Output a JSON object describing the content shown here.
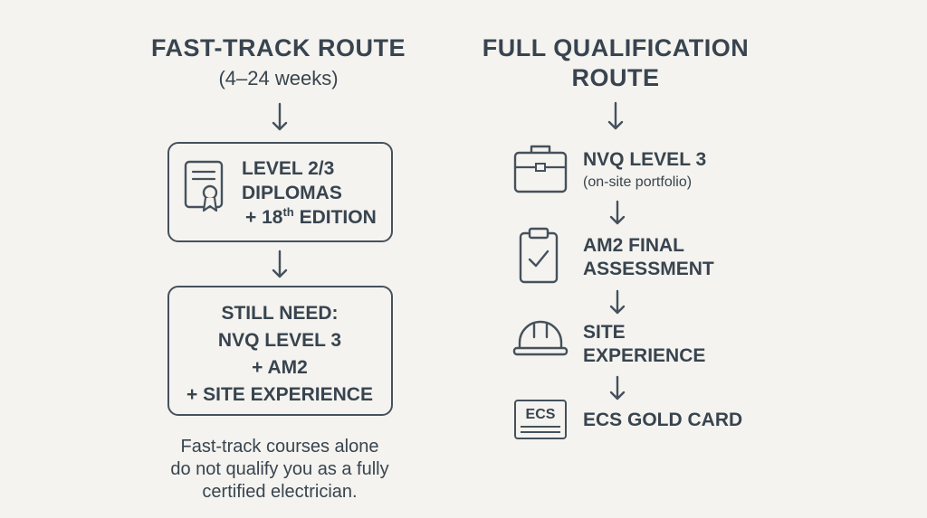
{
  "fast_track": {
    "title": "FAST-TRACK ROUTE",
    "duration": "(4–24 weeks)",
    "box1": {
      "line1": "LEVEL 2/3",
      "line2": "DIPLOMAS",
      "line3_prefix": "+ 18",
      "line3_sup": "th",
      "line3_suffix": " EDITION",
      "icon": "certificate-icon"
    },
    "box2": {
      "line1": "STILL NEED:",
      "line2": "NVQ LEVEL 3",
      "line3": "+ AM2",
      "line4": "+ SITE EXPERIENCE"
    },
    "note": {
      "line1": "Fast-track courses alone",
      "line2": "do not qualify you as a fully",
      "line3": "certified electrician."
    }
  },
  "full_route": {
    "title_line1": "FULL QUALIFICATION",
    "title_line2": "ROUTE",
    "steps": [
      {
        "label": "NVQ LEVEL 3",
        "sub": "(on-site portfolio)",
        "icon": "briefcase-icon"
      },
      {
        "label_line1": "AM2 FINAL",
        "label_line2": "ASSESSMENT",
        "icon": "clipboard-check-icon"
      },
      {
        "label_line1": "SITE",
        "label_line2": "EXPERIENCE",
        "icon": "hard-hat-icon"
      },
      {
        "label": "ECS GOLD CARD",
        "icon": "ecs-card-icon",
        "icon_text": "ECS"
      }
    ]
  },
  "colors": {
    "background": "#f4f3ef",
    "ink": "#38444f",
    "stroke": "#45515c"
  }
}
